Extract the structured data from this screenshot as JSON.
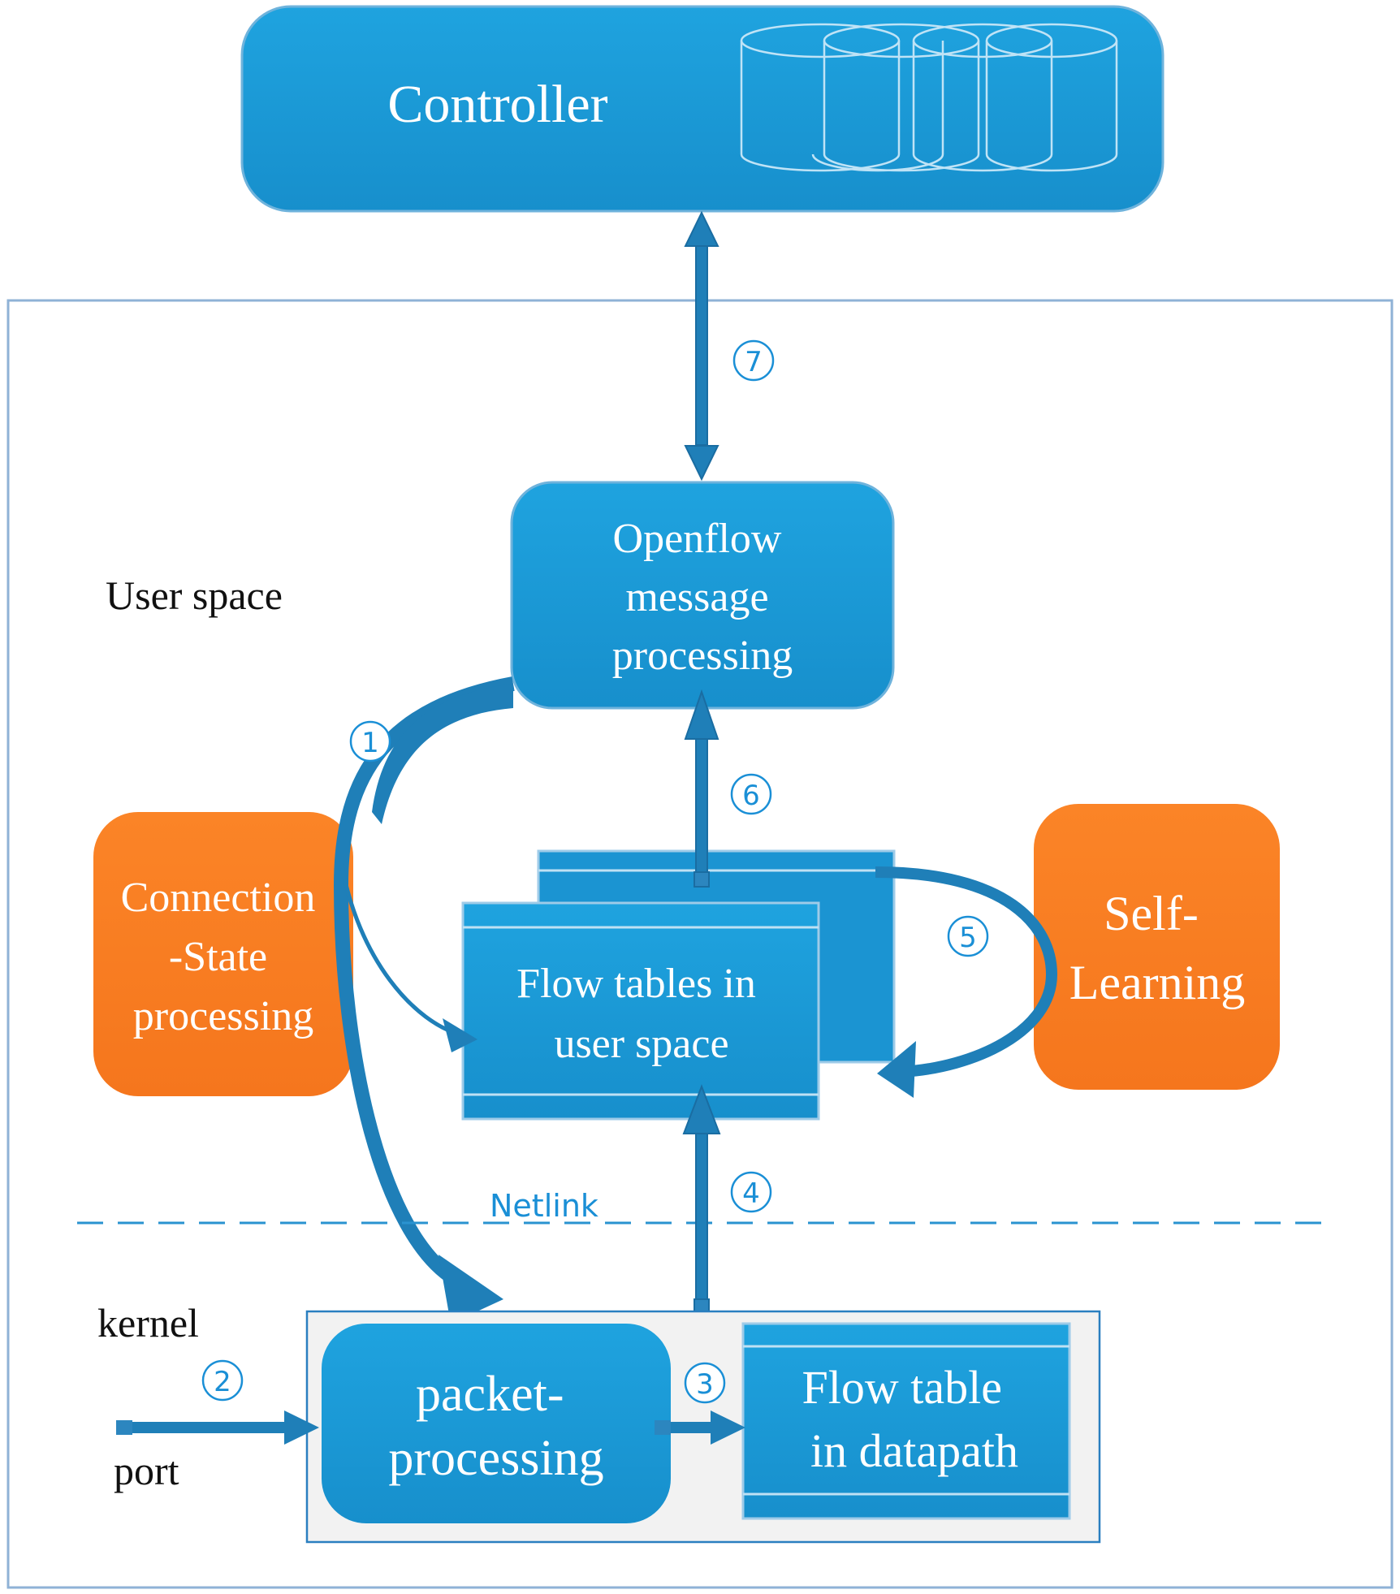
{
  "controller": {
    "label": "Controller"
  },
  "openflow_box": {
    "lines": [
      "Openflow",
      "message",
      "processing"
    ]
  },
  "user_flow_tables": {
    "lines": [
      "Flow tables in",
      "user space"
    ]
  },
  "connection_state": {
    "lines": [
      "Connection",
      "-State",
      "processing"
    ]
  },
  "self_learning": {
    "lines": [
      "Self-",
      "Learning"
    ]
  },
  "packet_processing": {
    "lines": [
      "packet-",
      "processing"
    ]
  },
  "datapath_table": {
    "lines": [
      "Flow table",
      "in datapath"
    ]
  },
  "labels": {
    "user_space": "User space",
    "kernel": "kernel",
    "port": "port",
    "netlink": "Netlink"
  },
  "steps": [
    "①",
    "②",
    "③",
    "④",
    "⑤",
    "⑥",
    "⑦"
  ],
  "colors": {
    "blue": "#1a98d5",
    "dark_blue_arrow": "#1f7fb8",
    "orange": "#f97d22",
    "border": "#8fb2d6",
    "kernel_bg": "#f2f2f2"
  }
}
